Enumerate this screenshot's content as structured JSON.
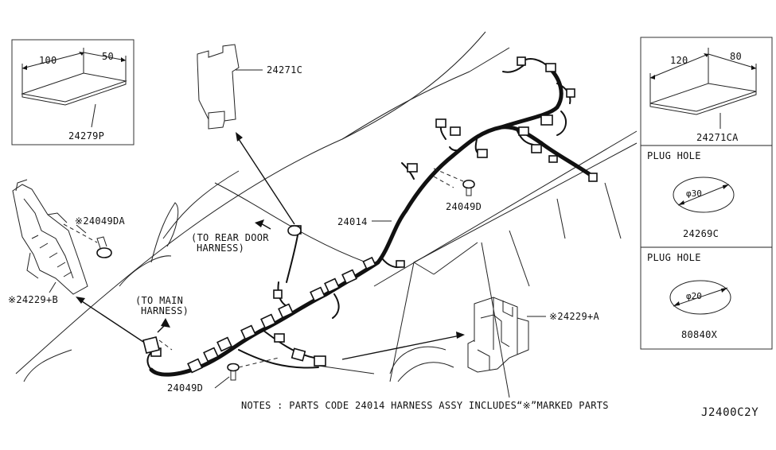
{
  "parts": {
    "p24271C": "24271C",
    "p24279P": "24279P",
    "p24271CA": "24271CA",
    "p24049DA": "※24049DA",
    "p24229B": "※24229+B",
    "p24229A": "※24229+A",
    "p24014": "24014",
    "p24049D_top": "24049D",
    "p24049D_bot": "24049D",
    "p24269C": "24269C",
    "p80840X": "80840X"
  },
  "dims": {
    "pad1_w": "100",
    "pad1_d": "50",
    "pad2_w": "120",
    "pad2_d": "80",
    "hole1": "φ30",
    "hole2": "φ20"
  },
  "labels": {
    "plug_hole_1": "PLUG HOLE",
    "plug_hole_2": "PLUG HOLE",
    "rear_door_1": "(TO REAR DOOR",
    "rear_door_2": "HARNESS)",
    "main_1": "(TO MAIN",
    "main_2": "HARNESS)"
  },
  "notes": "NOTES : PARTS CODE 24014 HARNESS ASSY INCLUDES“※”MARKED PARTS",
  "diagram_code": "J2400C2Y"
}
